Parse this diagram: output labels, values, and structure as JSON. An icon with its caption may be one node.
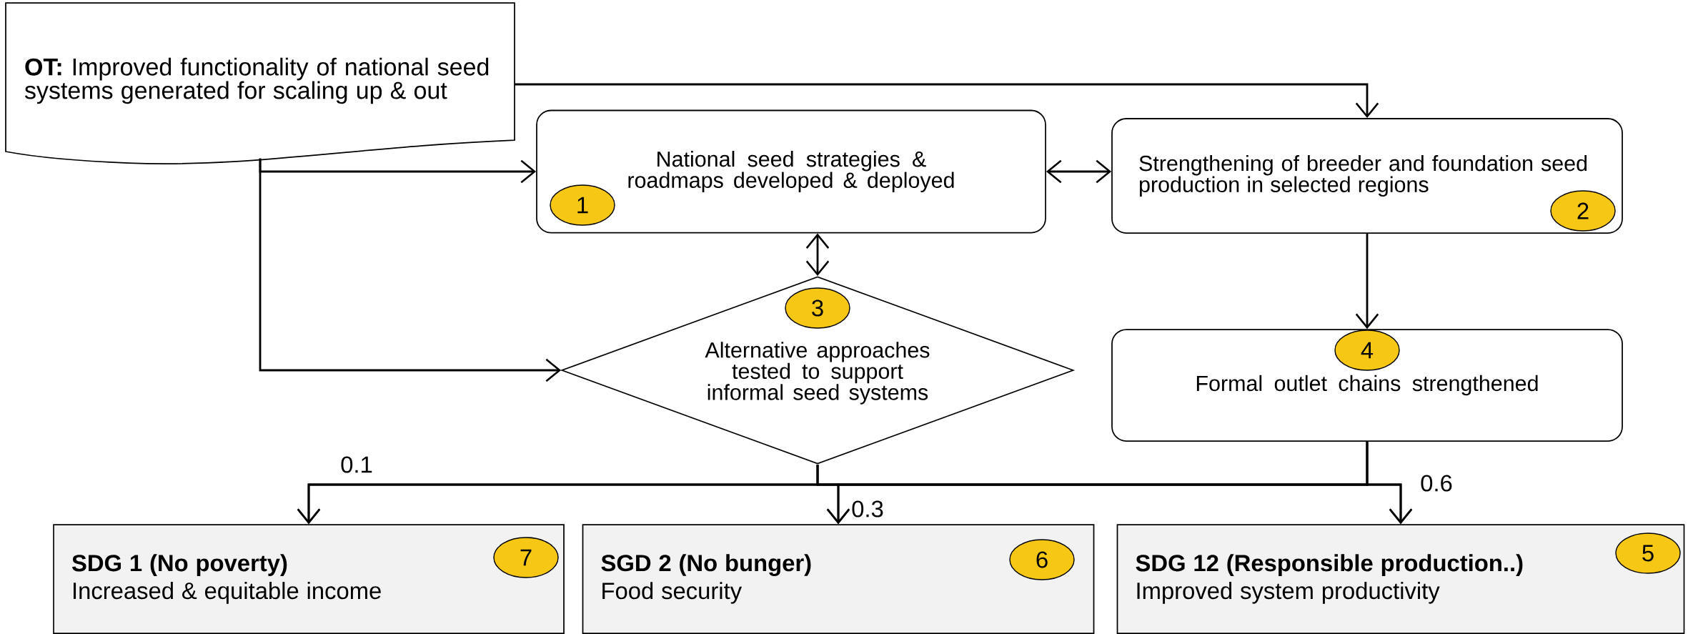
{
  "diagram": {
    "nodes": [
      {
        "text": [
          "**OT:** Improved functionality of national seed systems generated for scaling up & out"
        ]
      },
      {
        "text": [
          "National seed strategies & roadmaps developed & deployed"
        ]
      },
      {
        "text": [
          "1"
        ],
        "in": 1
      },
      {
        "text": [
          "Strengthening of breeder and foundation seed production in selected regions"
        ]
      },
      {
        "text": [
          "2"
        ],
        "in": 3
      },
      {
        "text": [
          "3"
        ],
        "in": 6
      },
      {
        "text": [
          "Alternative approaches tested to support informal seed systems"
        ]
      },
      {
        "text": [
          "Formal outlet chains strengthened"
        ]
      },
      {
        "text": [
          "4"
        ],
        "in": 7
      },
      {
        "text": [
          "SDG 1 (No poverty)",
          "Increased & equitable income"
        ]
      },
      {
        "text": [
          "7"
        ],
        "in": 9
      },
      {
        "text": [
          "SGD 2 (No bunger)",
          "Food security"
        ]
      },
      {
        "text": [
          "6"
        ],
        "in": 11
      },
      {
        "text": [
          "SDG 12 (Responsible production..)",
          "Improved system productivity"
        ]
      },
      {
        "text": [
          "5"
        ],
        "in": 13
      }
    ],
    "edges": [
      {
        "from": 0,
        "to": 1,
        "arrow": "to"
      },
      {
        "from": 0,
        "to": 3,
        "arrow": "to"
      },
      {
        "from": 0,
        "to": 6,
        "arrow": "to"
      },
      {
        "from": 1,
        "to": 3,
        "arrow": "both"
      },
      {
        "from": 1,
        "to": 6,
        "arrow": "both"
      },
      {
        "from": 3,
        "to": 7,
        "arrow": "to"
      },
      {
        "from": 6,
        "to": 9,
        "arrow": "to",
        "label": "0.1"
      },
      {
        "from": 6,
        "to": 11,
        "arrow": "to",
        "label": "0.3"
      },
      {
        "from": 6,
        "to": 13,
        "arrow": "to"
      },
      {
        "from": 7,
        "to": 9,
        "arrow": "to"
      },
      {
        "from": 7,
        "to": 11,
        "arrow": "to"
      },
      {
        "from": 7,
        "to": 13,
        "arrow": "to",
        "label": "0.6"
      }
    ]
  }
}
